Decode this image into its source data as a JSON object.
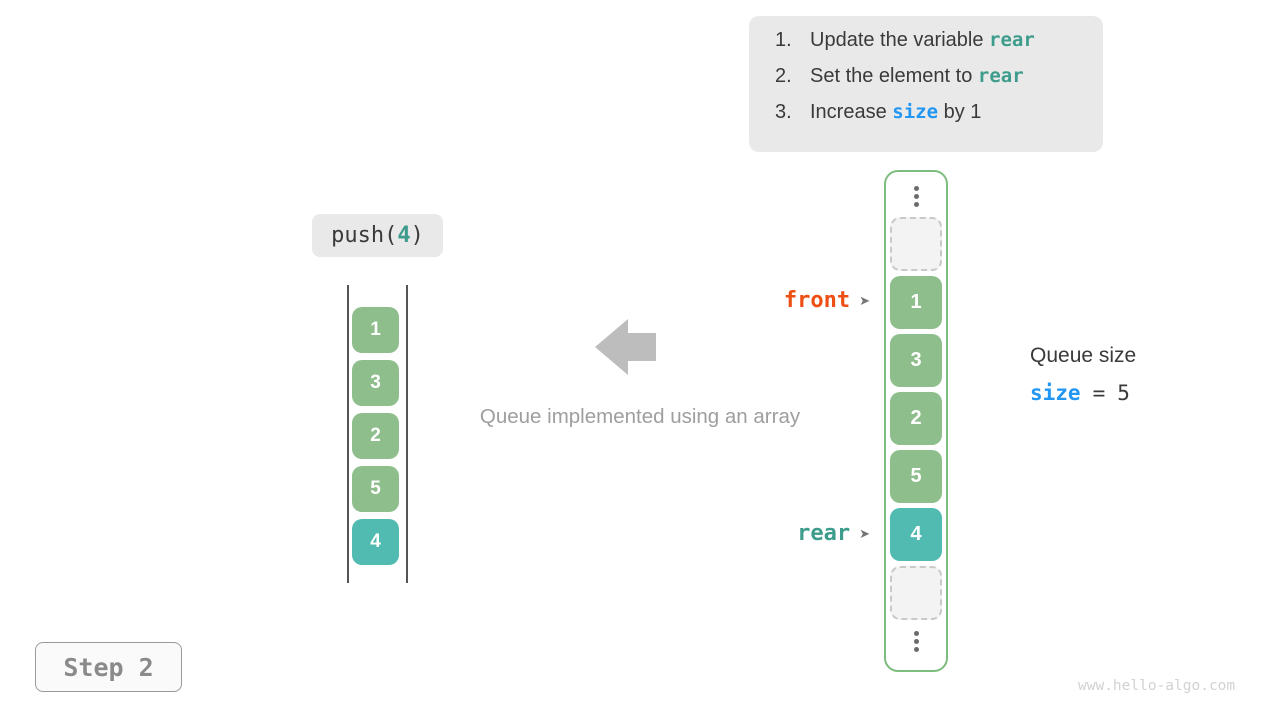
{
  "instructions": {
    "items": [
      {
        "num": "1.",
        "pre": "Update the variable ",
        "code": "rear",
        "post": ""
      },
      {
        "num": "2.",
        "pre": "Set the element to ",
        "code": "rear",
        "post": ""
      },
      {
        "num": "3.",
        "pre": "Increase ",
        "code": "size",
        "post": " by 1"
      }
    ]
  },
  "push_call": {
    "fn": "push(",
    "arg": "4",
    "close": ")"
  },
  "left_queue": {
    "values": [
      "1",
      "3",
      "2",
      "5",
      "4"
    ]
  },
  "caption": "Queue implemented using an array",
  "right_array": {
    "values": [
      "1",
      "3",
      "2",
      "5",
      "4"
    ],
    "front_label": "front",
    "rear_label": "rear",
    "pointer_glyph": "➤"
  },
  "queue_size": {
    "title": "Queue size",
    "variable": "size",
    "equals": "=",
    "value": "5"
  },
  "step_badge": {
    "label": "Step 2"
  },
  "watermark": "www.hello-algo.com",
  "colors": {
    "code_teal": "#3d9c8c",
    "code_blue": "#2196f3",
    "front_orange": "#ee4f14",
    "cell_green": "#8fbe8d",
    "cell_teal": "#52bbb1",
    "track_border_green": "#7dbd7d",
    "chip_gray": "#e9e9e9",
    "arrow_gray": "#bdbdbd"
  }
}
